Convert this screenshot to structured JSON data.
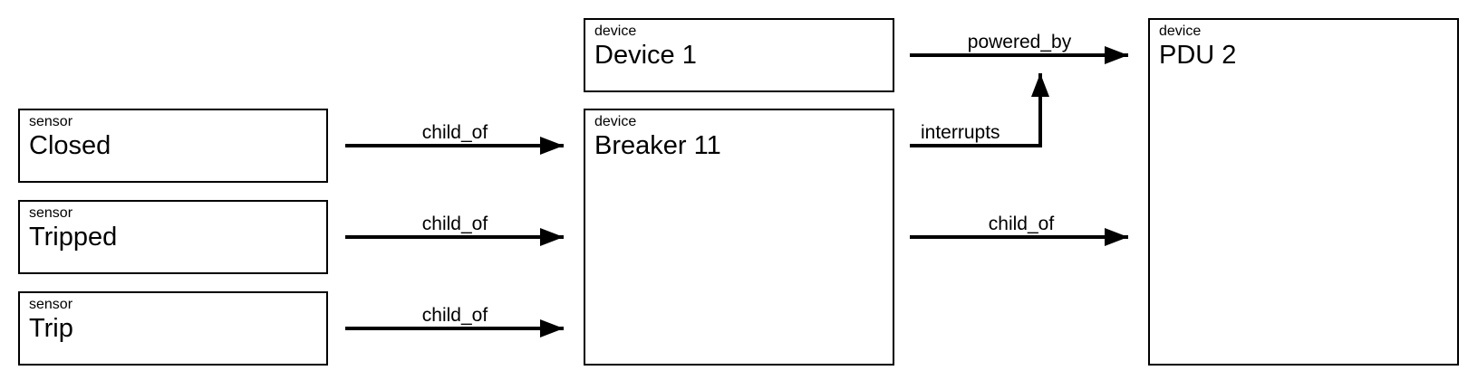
{
  "nodes": {
    "closed": {
      "type": "sensor",
      "label": "Closed"
    },
    "tripped": {
      "type": "sensor",
      "label": "Tripped"
    },
    "trip": {
      "type": "sensor",
      "label": "Trip"
    },
    "device1": {
      "type": "device",
      "label": "Device 1"
    },
    "breaker11": {
      "type": "device",
      "label": "Breaker 11"
    },
    "pdu2": {
      "type": "device",
      "label": "PDU 2"
    }
  },
  "edges": {
    "closed_to_breaker": {
      "label": "child_of"
    },
    "tripped_to_breaker": {
      "label": "child_of"
    },
    "trip_to_breaker": {
      "label": "child_of"
    },
    "device1_to_pdu": {
      "label": "powered_by"
    },
    "breaker_interrupts": {
      "label": "interrupts"
    },
    "breaker_to_pdu": {
      "label": "child_of"
    }
  }
}
